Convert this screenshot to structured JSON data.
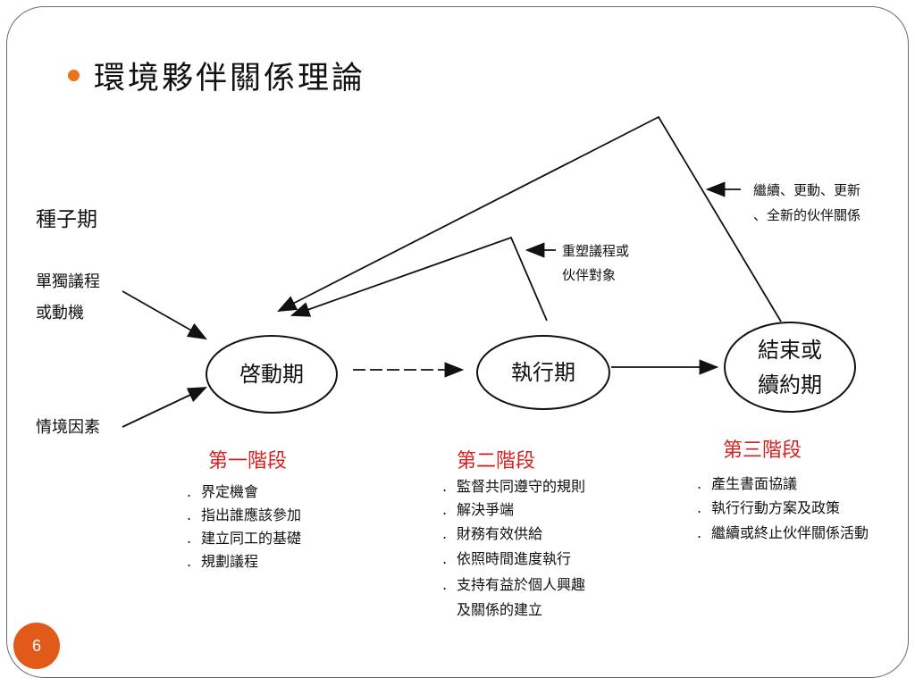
{
  "slide": {
    "title": "環境夥伴關係理論",
    "page_number": "6",
    "accent_color": "#e8741c"
  },
  "diagram": {
    "seed_label": "種子期",
    "input_1": [
      "單獨議程",
      "或動機"
    ],
    "input_2": "情境因素",
    "node_start": "啓動期",
    "node_execute": "執行期",
    "node_end": [
      "結束或",
      "續約期"
    ],
    "feedback_reshape": [
      "重塑議程或",
      "伙伴對象"
    ],
    "feedback_continue": [
      "繼續、更動、更新",
      "、全新的伙伴關係"
    ],
    "stage_1": {
      "title": "第一階段",
      "items": [
        "界定機會",
        "指出誰應該參加",
        "建立同工的基礎",
        "規劃議程"
      ]
    },
    "stage_2": {
      "title": "第二階段",
      "items": [
        "監督共同遵守的規則",
        "解決爭端",
        "財務有效供給",
        "依照時間進度執行",
        "支持有益於個人興趣",
        "及關係的建立"
      ]
    },
    "stage_3": {
      "title": "第三階段",
      "items": [
        "產生書面協議",
        "執行行動方案及政策",
        "繼續或終止伙伴關係活動"
      ]
    },
    "stage_title_color": "#d62020"
  }
}
